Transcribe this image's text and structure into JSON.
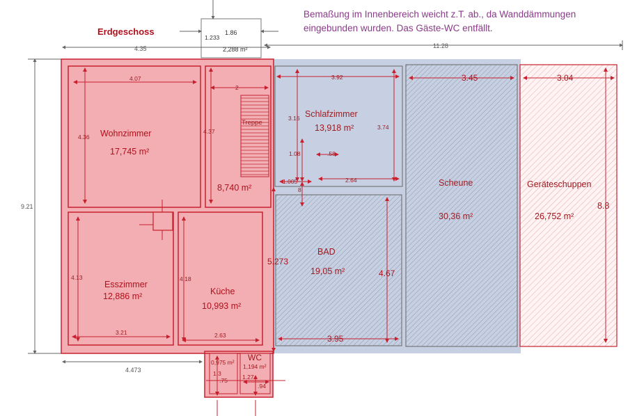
{
  "note": {
    "line1": "Bemaßung im Innenbereich weicht z.T. ab., da Wanddämmungen",
    "line2": "eingebunden wurden. Das Gäste-WC entfällt."
  },
  "plan_title": "Erdgeschoss",
  "colors": {
    "red_fill": "#f2aeb2",
    "red_line": "#c8202e",
    "red_text": "#b0101c",
    "blue_fill": "#c6d0e2",
    "hatch": "#9aa6b8",
    "dim_gray": "#666666"
  },
  "rooms": {
    "wohnzimmer": {
      "name": "Wohnzimmer",
      "area": "17,745 m²"
    },
    "treppe": {
      "name": "Treppe",
      "area": "8,740 m²"
    },
    "schlafzimmer": {
      "name": "Schlafzimmer",
      "area": "13,918 m²"
    },
    "scheune": {
      "name": "Scheune",
      "area": "30,36 m²"
    },
    "geraeteschuppen": {
      "name": "Geräteschuppen",
      "area": "26,752 m²"
    },
    "esszimmer": {
      "name": "Esszimmer",
      "area": "12,886 m²"
    },
    "kueche": {
      "name": "Küche",
      "area": "10,993 m²"
    },
    "bad": {
      "name": "BAD",
      "area": "19,05 m²"
    },
    "wc": {
      "name": "WC",
      "area": "1,194 m²"
    },
    "entry": {
      "area": "2,288 m²"
    },
    "vorraum": {
      "area": "0,975 m²"
    }
  },
  "dims": {
    "d_4_35": "4.35",
    "d_11_28": "11.28",
    "d_1_86": "1.86",
    "d_1_233": "1.233",
    "d_9_21": "9.21",
    "d_4_07": "4.07",
    "d_4_36": "4.36",
    "d_4_37": "4.37",
    "d_2": "2",
    "d_3_92": "3.92",
    "d_3_16": "3.16",
    "d_3_74": "3.74",
    "d_1_08": "1.08",
    "d_58": ".58",
    "d_2_64": "2.64",
    "d_1_005": "1.005",
    "d_8": "8",
    "d_3_45": "3.45",
    "d_3_04": "3.04",
    "d_8_8": "8.8",
    "d_4_13": "4.13",
    "d_4_18": "4.18",
    "d_3_21": "3.21",
    "d_2_63": "2.63",
    "d_5_273": "5.273",
    "d_4_67": "4.67",
    "d_3_95": "3.95",
    "d_4_473": "4.473",
    "d_1_3": "1.3",
    "d_75": ".75",
    "d_1_27": "1.27",
    "d_94": ".94"
  }
}
